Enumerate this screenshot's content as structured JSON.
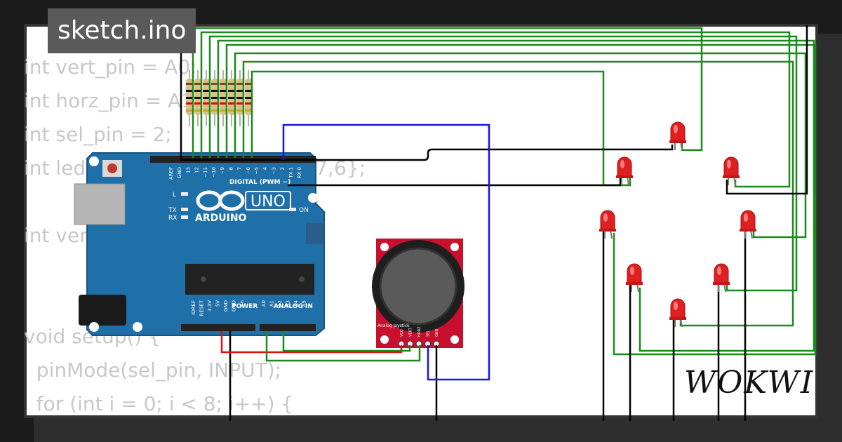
{
  "project": {
    "file_name": "sketch.ino",
    "brand": "WOKWI"
  },
  "code_lines": [
    "int vert_pin = A0;",
    "int horz_pin = A1;",
    "int sel_pin = 2;",
    "int leds[] = {13,12,11,10,9,8,7,6};",
    "",
    "int vert_val, horz_val, sel_val;",
    "",
    "",
    "void setup() {",
    "  pinMode(sel_pin, INPUT);",
    "  for (int i = 0; i < 8; i++) {"
  ],
  "arduino": {
    "brand": "ARDUINO",
    "model": "UNO",
    "digital_label": "DIGITAL (PWM ~)",
    "power_label": "POWER",
    "analog_label": "ANALOG IN",
    "on_label": "ON",
    "led_labels": [
      "L",
      "TX",
      "RX"
    ],
    "digital_pins": [
      "AREF",
      "GND",
      "13",
      "12",
      "~11",
      "~10",
      "~9",
      "8",
      "7",
      "~6",
      "~5",
      "4",
      "~3",
      "2",
      "TX 1",
      "RX 0"
    ],
    "power_pins": [
      "IOREF",
      "RESET",
      "3.3V",
      "5V",
      "GND",
      "GND",
      "Vin"
    ],
    "analog_pins": [
      "A0",
      "A1",
      "A2",
      "A3",
      "A4",
      "A5"
    ]
  },
  "joystick": {
    "label": "Analog Joystick",
    "pins": [
      "VCC",
      "VERT",
      "HORZ",
      "SEL",
      "GND"
    ]
  },
  "colors": {
    "board": "#1f6fa8",
    "wire_green": "#1a8a1a",
    "wire_black": "#000000",
    "wire_blue": "#1414e6",
    "wire_red": "#e01010",
    "led": "#e02020",
    "joystick_pcb": "#c8102e"
  },
  "led_count": 8,
  "resistor_count": 8
}
